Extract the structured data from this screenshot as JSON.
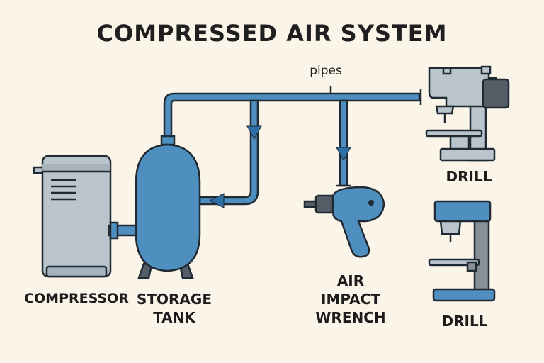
{
  "title": "COMPRESSED AIR SYSTEM",
  "pipes_label": "pipes",
  "labels": {
    "compressor": "COMPRESSOR",
    "storage_tank": [
      "STORAGE",
      "TANK"
    ],
    "wrench": [
      "AIR",
      "IMPACT",
      "WRENCH"
    ],
    "drill_top": "DRILL",
    "drill_bottom": "DRILL"
  },
  "colors": {
    "background": "#fbf4e8",
    "pipe": "#4f8fc0",
    "outline": "#1f2a33",
    "steel": "#b9c4cc",
    "text": "#1c1c1c"
  }
}
